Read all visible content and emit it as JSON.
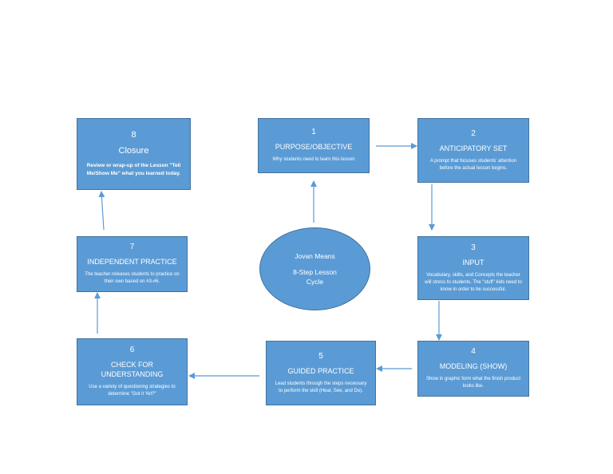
{
  "center": {
    "name": "Jovan Means",
    "subtitle_line1": "8-Step Lesson",
    "subtitle_line2": "Cycle"
  },
  "steps": [
    {
      "number": "1",
      "title": "PURPOSE/OBJECTIVE",
      "description": "Why students need to learn this lesson"
    },
    {
      "number": "2",
      "title": "ANTICIPATORY SET",
      "description": "A prompt that focuses students' attention before the actual lesson begins."
    },
    {
      "number": "3",
      "title": "INPUT",
      "description": "Vocabulary, skills, and Concepts the teacher will stress to students. The \"stuff\" kids need to know in order to be successful."
    },
    {
      "number": "4",
      "title": "MODELING (SHOW)",
      "description": "Show in graphic form what the finish product looks like."
    },
    {
      "number": "5",
      "title": "GUIDED PRACTICE",
      "description": "Lead students through the steps necessary to perform the skill (Hear, See, and Do)."
    },
    {
      "number": "6",
      "title": "CHECK FOR UNDERSTANDING",
      "description": "Use a variety of questioning strategies to determine \"Got it Yet?\""
    },
    {
      "number": "7",
      "title": "INDEPENDENT PRACTICE",
      "description": "The teacher releases students to practice on their own based on #3-#6."
    },
    {
      "number": "8",
      "title": "Closure",
      "description": "Review or wrap-up of the Lesson \"Tell Me/Show Me\" what you learned today."
    }
  ],
  "colors": {
    "box_fill": "#5b9bd5",
    "box_border": "#41719c",
    "text": "#ffffff",
    "arrow": "#5b9bd5"
  }
}
